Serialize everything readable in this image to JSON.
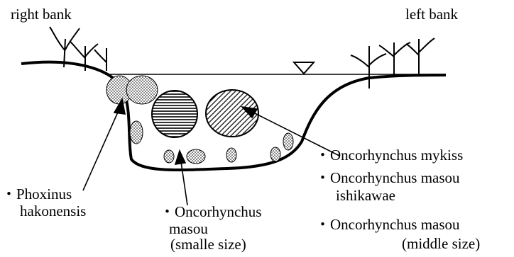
{
  "labels": {
    "right_bank": "right bank",
    "left_bank": "left bank"
  },
  "species": {
    "phoxinus": {
      "bullet": "・",
      "line1": "Phoxinus",
      "line2": "hakonensis"
    },
    "masou_small": {
      "bullet": "・",
      "line1": "Oncorhynchus",
      "line2": "masou",
      "line3": "(smalle size)"
    },
    "group_right": {
      "bullet": "・",
      "mykiss": "Oncorhynchus mykiss",
      "ishikawae_1": "Oncorhynchus masou",
      "ishikawae_2": "ishikawae",
      "middle_1": "Oncorhynchus masou",
      "middle_2": "(middle size)"
    }
  }
}
